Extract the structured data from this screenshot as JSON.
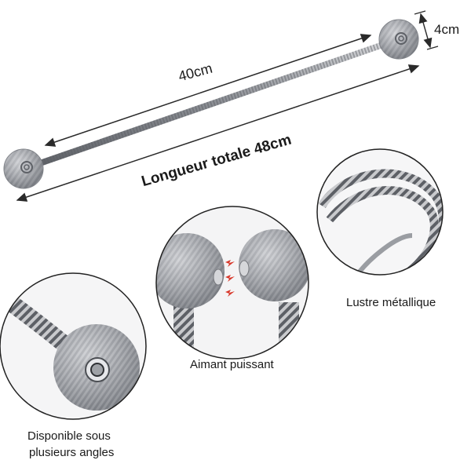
{
  "labels": {
    "rod_length": "40cm",
    "ball_diameter": "4cm",
    "total_length": "Longueur totale 48cm"
  },
  "captions": {
    "magnet": "Aimant puissant",
    "metallic": "Lustre métallique",
    "angles_line1": "Disponible sous",
    "angles_line2": "plusieurs angles"
  },
  "colors": {
    "product_silver": "#a9abb0",
    "rope_dark": "#6f7278",
    "arrow": "#2a2a2a",
    "magnet_red": "#d8382b",
    "circle_outline": "#222222"
  }
}
